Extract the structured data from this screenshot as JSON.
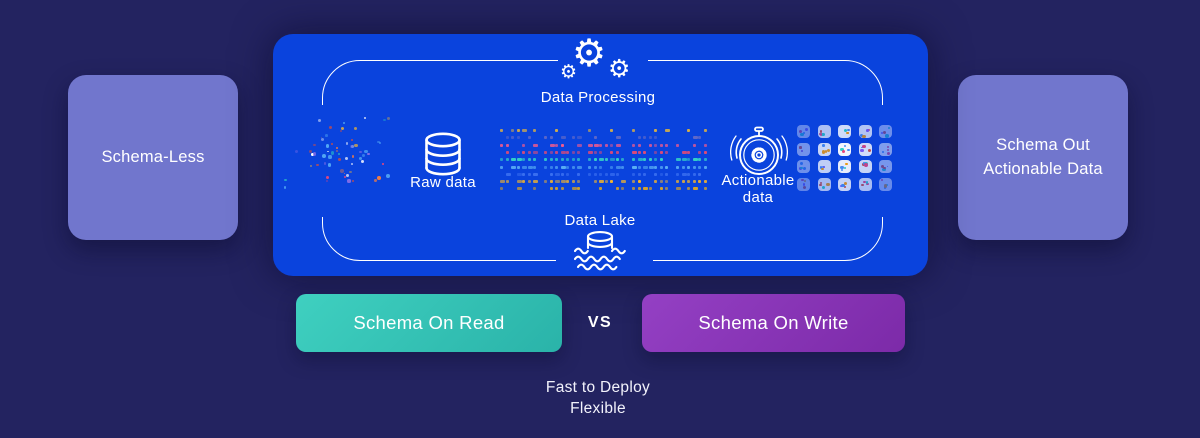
{
  "colors": {
    "background": "#232360",
    "panel": "#0a43dd",
    "card": "#7176cd",
    "outline": "#ffffff",
    "read_gradient_start": "#3fd0c0",
    "read_gradient_end": "#2ab3a9",
    "write_gradient_start": "#9440c4",
    "write_gradient_end": "#7c2aa8"
  },
  "left_card": {
    "label": "Schema-Less"
  },
  "right_card": {
    "line1": "Schema Out",
    "line2": "Actionable Data"
  },
  "panel": {
    "data_processing_label": "Data Processing",
    "raw_data_label": "Raw data",
    "actionable_line1": "Actionable",
    "actionable_line2": "data",
    "data_lake_label": "Data Lake"
  },
  "icons": {
    "gear_glyph": "⚙",
    "gears_icon": "data-processing-gears",
    "database_icon": "raw-data-database-cylinder",
    "stopwatch_icon": "actionable-data-stopwatch-gear",
    "lake_icon": "database-sinking-in-waves"
  },
  "comparison": {
    "read_label": "Schema On Read",
    "vs_label": "VS",
    "write_label": "Schema On Write"
  },
  "footer": {
    "line1": "Fast to Deploy",
    "line2": "Flexible"
  },
  "decor": {
    "scatter": {
      "count": 62,
      "colors": [
        "#f2b632",
        "#ef7b45",
        "#e8467c",
        "#2fd1c4",
        "#53a9f5",
        "#8b6fe8",
        "#ffffff",
        "#d94f3d"
      ]
    },
    "matrix": {
      "rows": [
        {
          "color": "#e8b83a",
          "density": 0.38
        },
        {
          "color": "#5f68c8",
          "density": 0.5
        },
        {
          "color": "#f05a8e",
          "density": 0.82
        },
        {
          "color": "#e84a72",
          "density": 0.85
        },
        {
          "color": "#35d3c6",
          "density": 0.9
        },
        {
          "color": "#5aaef5",
          "density": 0.9
        },
        {
          "color": "#3a6ff0",
          "density": 0.78
        },
        {
          "color": "#f0b32e",
          "density": 0.9
        },
        {
          "color": "#d9a425",
          "density": 0.72
        }
      ]
    },
    "chips": {
      "cols": 5,
      "rows": 4,
      "palette": [
        "#f59e0b",
        "#e8467c",
        "#4a90f5",
        "#8b5cf6",
        "#2fd1c4",
        "#d94f3d"
      ],
      "col_opacity": [
        0.45,
        0.82,
        1,
        0.85,
        0.5
      ],
      "row_opacity": [
        0.85,
        1,
        0.95,
        0.8
      ]
    }
  }
}
